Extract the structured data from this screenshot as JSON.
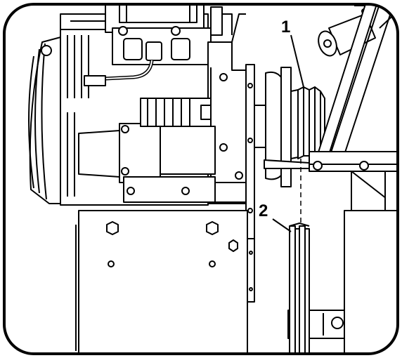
{
  "diagram": {
    "callouts": [
      {
        "label": "1",
        "part": "upper-pulley"
      },
      {
        "label": "2",
        "part": "lower-pulley"
      }
    ],
    "colors": {
      "line": "#000000",
      "background": "#ffffff",
      "hatch": "#222222"
    }
  }
}
